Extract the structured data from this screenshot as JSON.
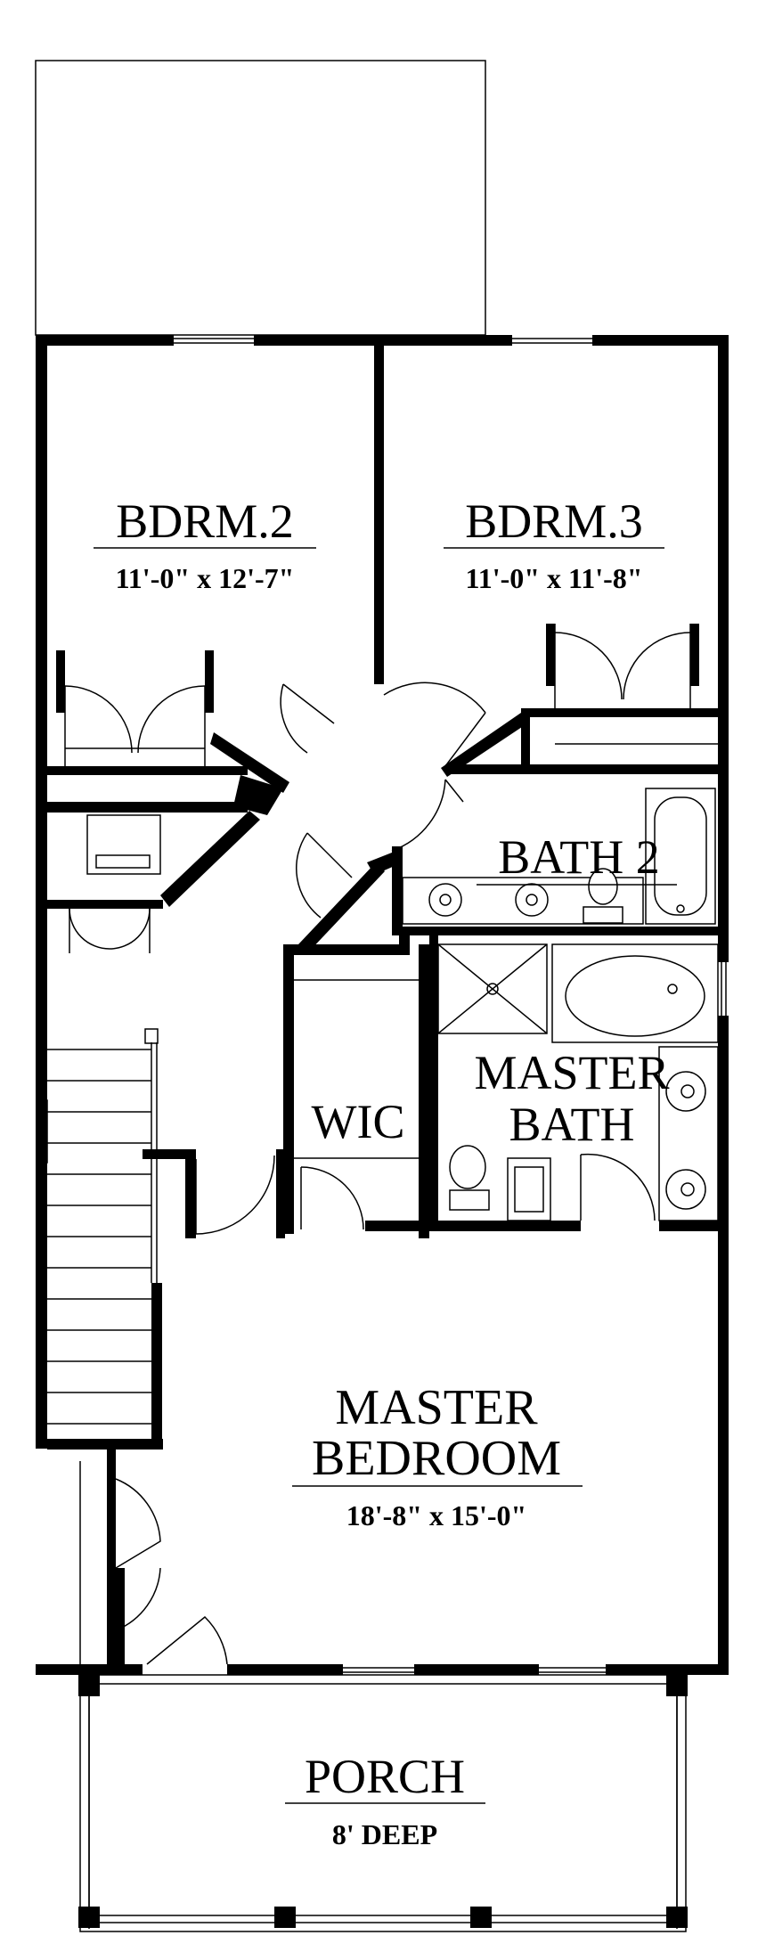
{
  "plan": {
    "rooms": [
      {
        "id": "bdrm2",
        "name": "BDRM.2",
        "dims": "11'-0\" x 12'-7\""
      },
      {
        "id": "bdrm3",
        "name": "BDRM.3",
        "dims": "11'-0\" x 11'-8\""
      },
      {
        "id": "bath2",
        "name": "BATH 2"
      },
      {
        "id": "master_bath",
        "name_line1": "MASTER",
        "name_line2": "BATH"
      },
      {
        "id": "wic",
        "name": "WIC"
      },
      {
        "id": "master_bedroom",
        "name_line1": "MASTER",
        "name_line2": "BEDROOM",
        "dims": "18'-8\" x 15'-0\""
      },
      {
        "id": "porch",
        "name": "PORCH",
        "dims": "8' DEEP"
      }
    ]
  }
}
